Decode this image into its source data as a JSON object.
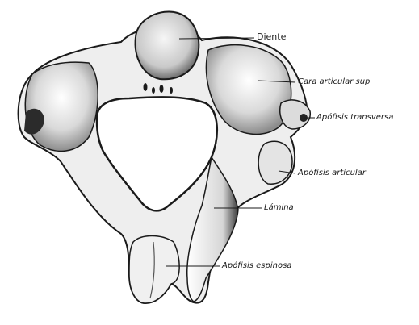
{
  "labels": {
    "diente": "Diente",
    "cara_articular_sup": "Cara articular sup",
    "apofisis_transversa": "Apófisis transversa",
    "apofisis_articular": "Apófisis articular",
    "lamina": "Lámina",
    "apofisis_espinosa": "Apófisis espinosa"
  },
  "colors": {
    "ink": "#1a1a1a",
    "bone_light": "#f3f3f3",
    "bone_shade": "#b8b8b8",
    "bone_dark": "#555555",
    "background": "#ffffff"
  }
}
